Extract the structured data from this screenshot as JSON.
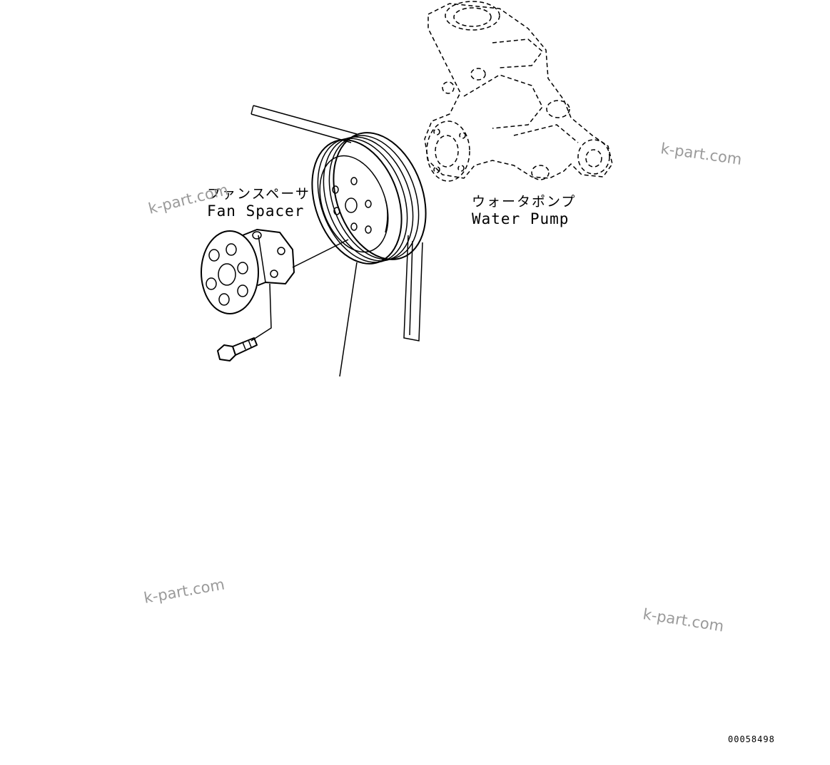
{
  "labels": {
    "fan_spacer_jp": "ファンスペーサ",
    "fan_spacer_en": "Fan Spacer",
    "water_pump_jp": "ウォータポンプ",
    "water_pump_en": "Water Pump"
  },
  "watermarks": [
    "k-part.com",
    "k-part.com",
    "k-part.com",
    "k-part.com"
  ],
  "document_number": "00058498",
  "icons": [
    "water-pump-drawing",
    "pulley-drawing",
    "fan-spacer-drawing",
    "bolt-drawing",
    "belt-drawing"
  ]
}
